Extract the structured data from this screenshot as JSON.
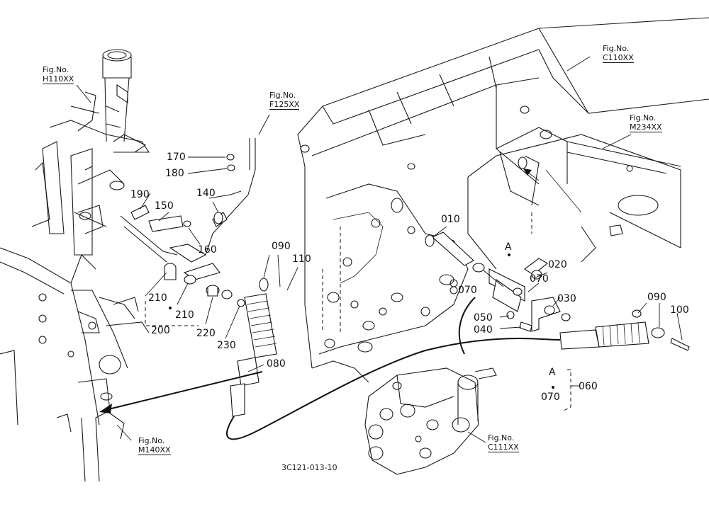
{
  "figure_refs": {
    "h110": {
      "prefix": "Fig.No.",
      "number": "H110XX"
    },
    "f125": {
      "prefix": "Fig.No.",
      "number": "F125XX"
    },
    "c110": {
      "prefix": "Fig.No.",
      "number": "C110XX"
    },
    "m234": {
      "prefix": "Fig.No.",
      "number": "M234XX"
    },
    "m140": {
      "prefix": "Fig.No.",
      "number": "M140XX"
    },
    "c111": {
      "prefix": "Fig.No.",
      "number": "C111XX"
    }
  },
  "part_labels": {
    "p010": "010",
    "p020": "020",
    "p030": "030",
    "p040": "040",
    "p050": "050",
    "p060": "060",
    "p070a": "070",
    "p070b": "070",
    "p070c": "070",
    "p080": "080",
    "p090a": "090",
    "p090b": "090",
    "p100": "100",
    "p110": "110",
    "p140": "140",
    "p150": "150",
    "p160": "160",
    "p170": "170",
    "p180": "180",
    "p190": "190",
    "p200": "200",
    "p210a": "210",
    "p210b": "210",
    "p220": "220",
    "p230": "230",
    "callout_a1": "A",
    "callout_a2": "A"
  },
  "drawing_code": "3C121-013-10"
}
